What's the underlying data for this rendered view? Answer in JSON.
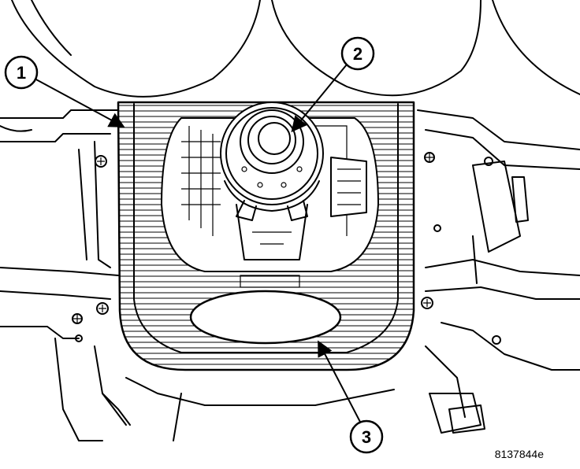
{
  "callouts": [
    {
      "label": "1"
    },
    {
      "label": "2"
    },
    {
      "label": "3"
    }
  ],
  "figure_id": "8137844e"
}
